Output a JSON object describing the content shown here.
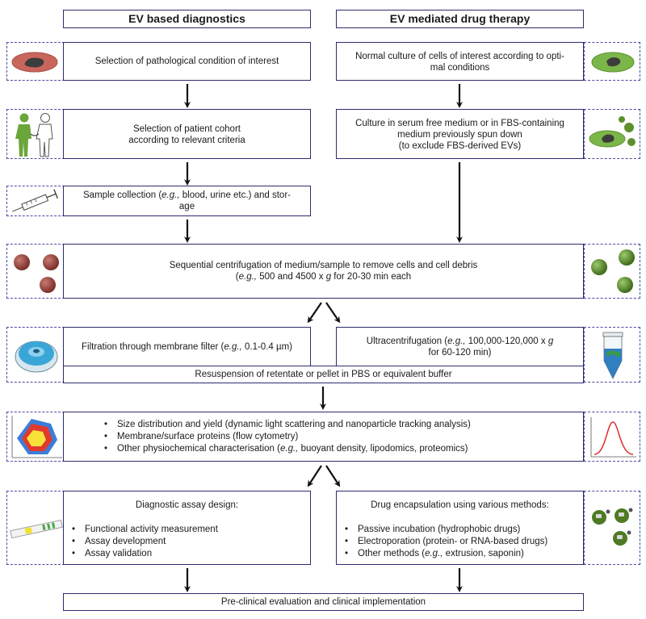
{
  "headers": {
    "left": "EV based diagnostics",
    "right": "EV mediated drug therapy"
  },
  "left_column": {
    "step1": "Selection of pathological condition of interest",
    "step2_line1": "Selection of patient cohort",
    "step2_line2": "according to relevant criteria",
    "step3_prefix": "Sample collection (",
    "step3_eg": "e.g.,",
    "step3_rest": " blood, urine etc.) and stor-",
    "step3_line2": "age"
  },
  "right_column": {
    "step1_line1": "Normal culture of cells of interest according to opti-",
    "step1_line2": "mal conditions",
    "step2_line1": "Culture in serum free medium or in FBS-containing",
    "step2_line2": "medium previously spun down",
    "step2_line3": "(to exclude FBS-derived EVs)"
  },
  "centrifugation": {
    "line1": "Sequential centrifugation of medium/sample to remove cells and cell debris",
    "line2_prefix": "(",
    "line2_eg": "e.g.,",
    "line2_mid": " 500 and 4500 x ",
    "line2_g": "g",
    "line2_suffix": " for 20-30 min each"
  },
  "filtration": {
    "prefix": "Filtration through membrane filter (",
    "eg": "e.g.,",
    "suffix": " 0.1-0.4 µm)"
  },
  "ultracentrifugation": {
    "prefix": "Ultracentrifugation (",
    "eg": "e.g.,",
    "mid": " 100,000-120,000 x ",
    "g": "g",
    "line2": "for 60-120 min)"
  },
  "resuspension": "Resuspension of retentate or pellet in PBS or equivalent buffer",
  "characterisation": {
    "item1": "Size distribution and yield (dynamic light scattering and nanoparticle tracking analysis)",
    "item2": "Membrane/surface proteins (flow cytometry)",
    "item3_prefix": "Other physiochemical characterisation (",
    "item3_eg": "e.g.,",
    "item3_suffix": " buoyant density, lipodomics, proteomics)"
  },
  "diagnostic": {
    "title": "Diagnostic assay design:",
    "items": [
      "Functional activity measurement",
      "Assay development",
      "Assay validation"
    ]
  },
  "drug": {
    "title": "Drug encapsulation using various methods:",
    "item1": "Passive incubation (hydrophobic drugs)",
    "item2": "Electroporation (protein- or RNA-based drugs)",
    "item3_prefix": "Other methods (",
    "item3_eg": "e.g.,",
    "item3_suffix": " extrusion, saponin)"
  },
  "final": "Pre-clinical evaluation and clinical implementation",
  "colors": {
    "border": "#2c2c6e",
    "dashed": "#4a4aa0",
    "tissue_red": "#c9665c",
    "cell_green": "#7ab648",
    "ev_red": "#8e3b36",
    "ev_green": "#4e7a23"
  }
}
